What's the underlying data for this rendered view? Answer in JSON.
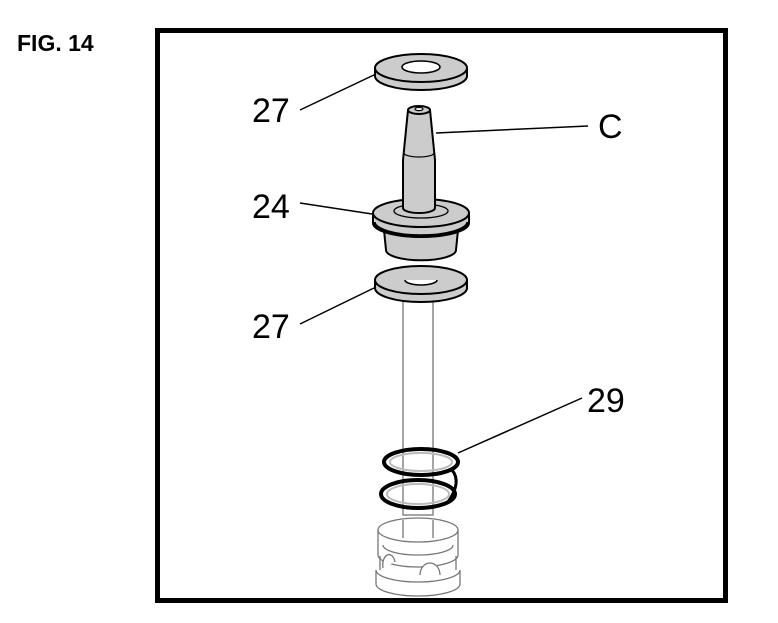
{
  "figure": {
    "title": "FIG. 14"
  },
  "callouts": [
    {
      "id": "top-washer",
      "label": "27"
    },
    {
      "id": "tip",
      "label": "C"
    },
    {
      "id": "housing",
      "label": "24"
    },
    {
      "id": "lower-washer",
      "label": "27"
    },
    {
      "id": "spring",
      "label": "29"
    }
  ],
  "colors": {
    "part_fill": "#cccccc",
    "line": "#000000",
    "light_line": "#555555"
  }
}
